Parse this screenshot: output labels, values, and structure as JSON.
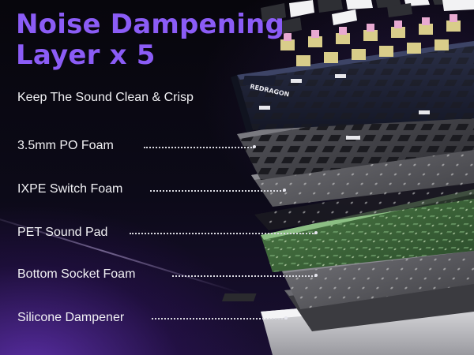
{
  "headline": {
    "line1": "Noise Dampening",
    "line2": "Layer x 5"
  },
  "subtitle": "Keep The Sound Clean & Crisp",
  "brand_logo": "REDRAGON",
  "layers": [
    {
      "label": "3.5mm PO Foam"
    },
    {
      "label": "IXPE Switch Foam"
    },
    {
      "label": "PET Sound Pad"
    },
    {
      "label": "Bottom Socket Foam"
    },
    {
      "label": "Silicone Dampener"
    }
  ],
  "colors": {
    "headline": "#8b5cf6",
    "text": "#f1f1f4",
    "background_glow": "#8c46ff",
    "pcb_green": "#3f6b3c"
  }
}
